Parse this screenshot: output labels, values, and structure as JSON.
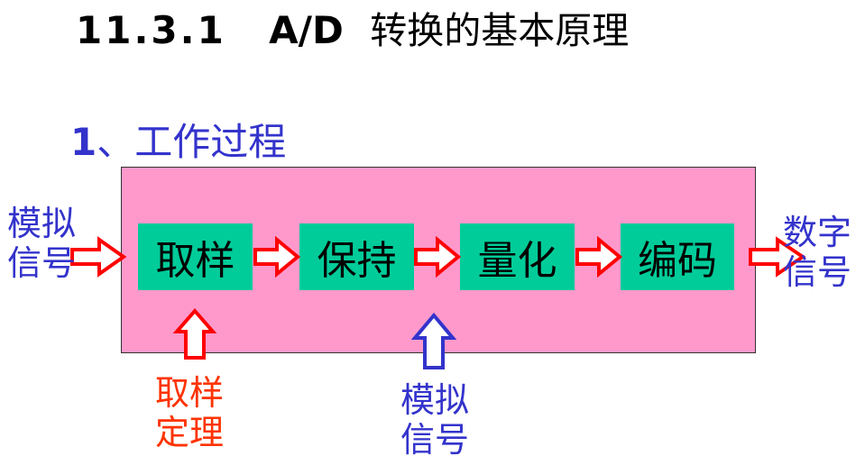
{
  "title": {
    "number": "11.3.1",
    "ad": "A/D",
    "text": "转换的基本原理"
  },
  "subtitle": {
    "number": "1",
    "text": "、工作过程"
  },
  "steps": [
    "取样",
    "保持",
    "量化",
    "编码"
  ],
  "input_label": "模拟\n信号",
  "output_label": "数字\n信号",
  "sampling_label": "取样\n定理",
  "analog_label": "模拟\n信号",
  "colors": {
    "panel": "#ff99cc",
    "step_box": "#00cc99",
    "arrow_red": "#ff0000",
    "arrow_blue": "#3333cc",
    "label_blue": "#3333cc",
    "label_red": "#ff3300"
  }
}
